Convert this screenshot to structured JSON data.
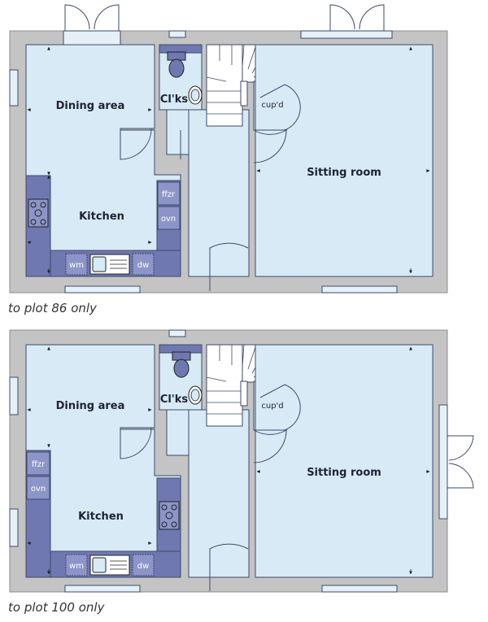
{
  "colors": {
    "wall": "#c4c4c4",
    "wall_edge": "#8c8c8c",
    "room": "#d8eaf6",
    "room_edge": "#3d4a6b",
    "unit": "#6f78b0",
    "unit_light": "#8d95c8",
    "appliance_label": "#ffffff",
    "glass": "#e6f0f8"
  },
  "plans": [
    {
      "caption": "to plot 86 only",
      "rooms": {
        "dining": "Dining area",
        "kitchen": "Kitchen",
        "cloaks": "Cl'ks",
        "cupboard": "cup'd",
        "sitting": "Sitting room"
      },
      "appliances": {
        "ffzr": "ffzr",
        "ovn": "ovn",
        "wm": "wm",
        "dw": "dw"
      }
    },
    {
      "caption": "to plot 100 only",
      "rooms": {
        "dining": "Dining area",
        "kitchen": "Kitchen",
        "cloaks": "Cl'ks",
        "cupboard": "cup'd",
        "sitting": "Sitting room"
      },
      "appliances": {
        "ffzr": "ffzr",
        "ovn": "ovn",
        "wm": "wm",
        "dw": "dw"
      }
    }
  ]
}
